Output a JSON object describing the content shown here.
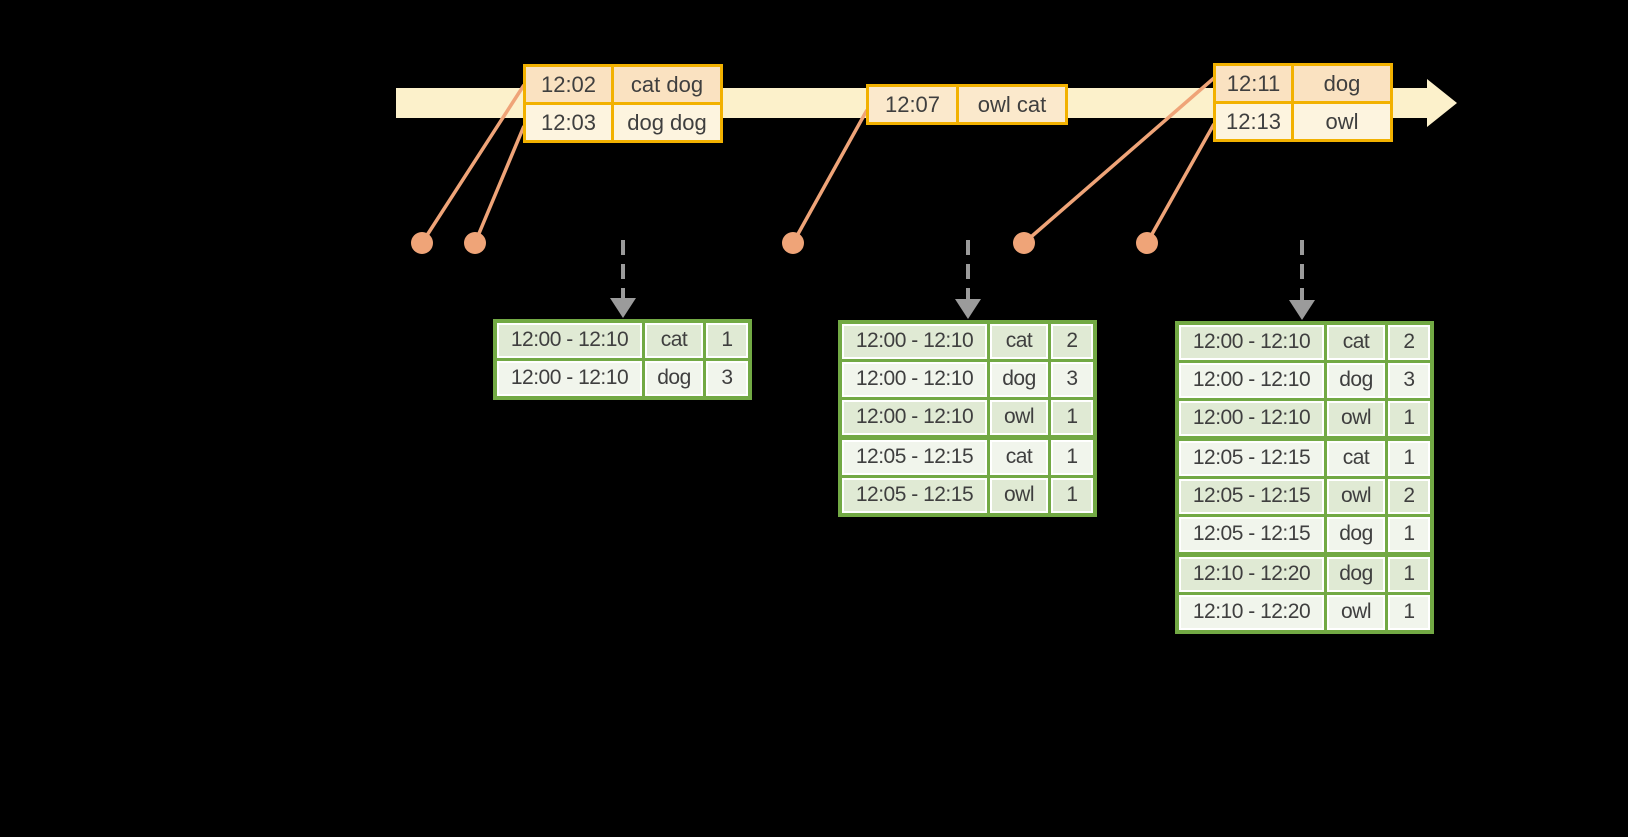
{
  "colors": {
    "background": "#000000",
    "timeline_fill": "#FCF1CB",
    "event_border": "#F2B100",
    "event_row_peach": "#FAE2C1",
    "event_row_peach_light": "#FBE9CC",
    "event_row_cream": "#FDF4DF",
    "text": "#3F3F3F",
    "connector": "#EFA478",
    "trigger_arrow": "#9B9B9B",
    "result_border": "#72A944",
    "result_row_dark": "#E0EAD4",
    "result_row_light": "#F1F5EC",
    "cell_edge": "#FFFFFF"
  },
  "event_stream": {
    "boxes": [
      {
        "rows": [
          {
            "time": "12:02",
            "words": "cat dog"
          },
          {
            "time": "12:03",
            "words": "dog dog"
          }
        ]
      },
      {
        "rows": [
          {
            "time": "12:07",
            "words": "owl cat"
          }
        ]
      },
      {
        "rows": [
          {
            "time": "12:11",
            "words": "dog"
          },
          {
            "time": "12:13",
            "words": "owl"
          }
        ]
      }
    ]
  },
  "result_tables": [
    {
      "rows": [
        [
          "12:00 - 12:10",
          "cat",
          "1"
        ],
        [
          "12:00 - 12:10",
          "dog",
          "3"
        ]
      ]
    },
    {
      "rows": [
        [
          "12:00 - 12:10",
          "cat",
          "2"
        ],
        [
          "12:00 - 12:10",
          "dog",
          "3"
        ],
        [
          "12:00 - 12:10",
          "owl",
          "1"
        ],
        [
          "12:05 - 12:15",
          "cat",
          "1"
        ],
        [
          "12:05 - 12:15",
          "owl",
          "1"
        ]
      ]
    },
    {
      "rows": [
        [
          "12:00 - 12:10",
          "cat",
          "2"
        ],
        [
          "12:00 - 12:10",
          "dog",
          "3"
        ],
        [
          "12:00 - 12:10",
          "owl",
          "1"
        ],
        [
          "12:05 - 12:15",
          "cat",
          "1"
        ],
        [
          "12:05 - 12:15",
          "owl",
          "2"
        ],
        [
          "12:05 - 12:15",
          "dog",
          "1"
        ],
        [
          "12:10 - 12:20",
          "dog",
          "1"
        ],
        [
          "12:10 - 12:20",
          "owl",
          "1"
        ]
      ]
    }
  ]
}
